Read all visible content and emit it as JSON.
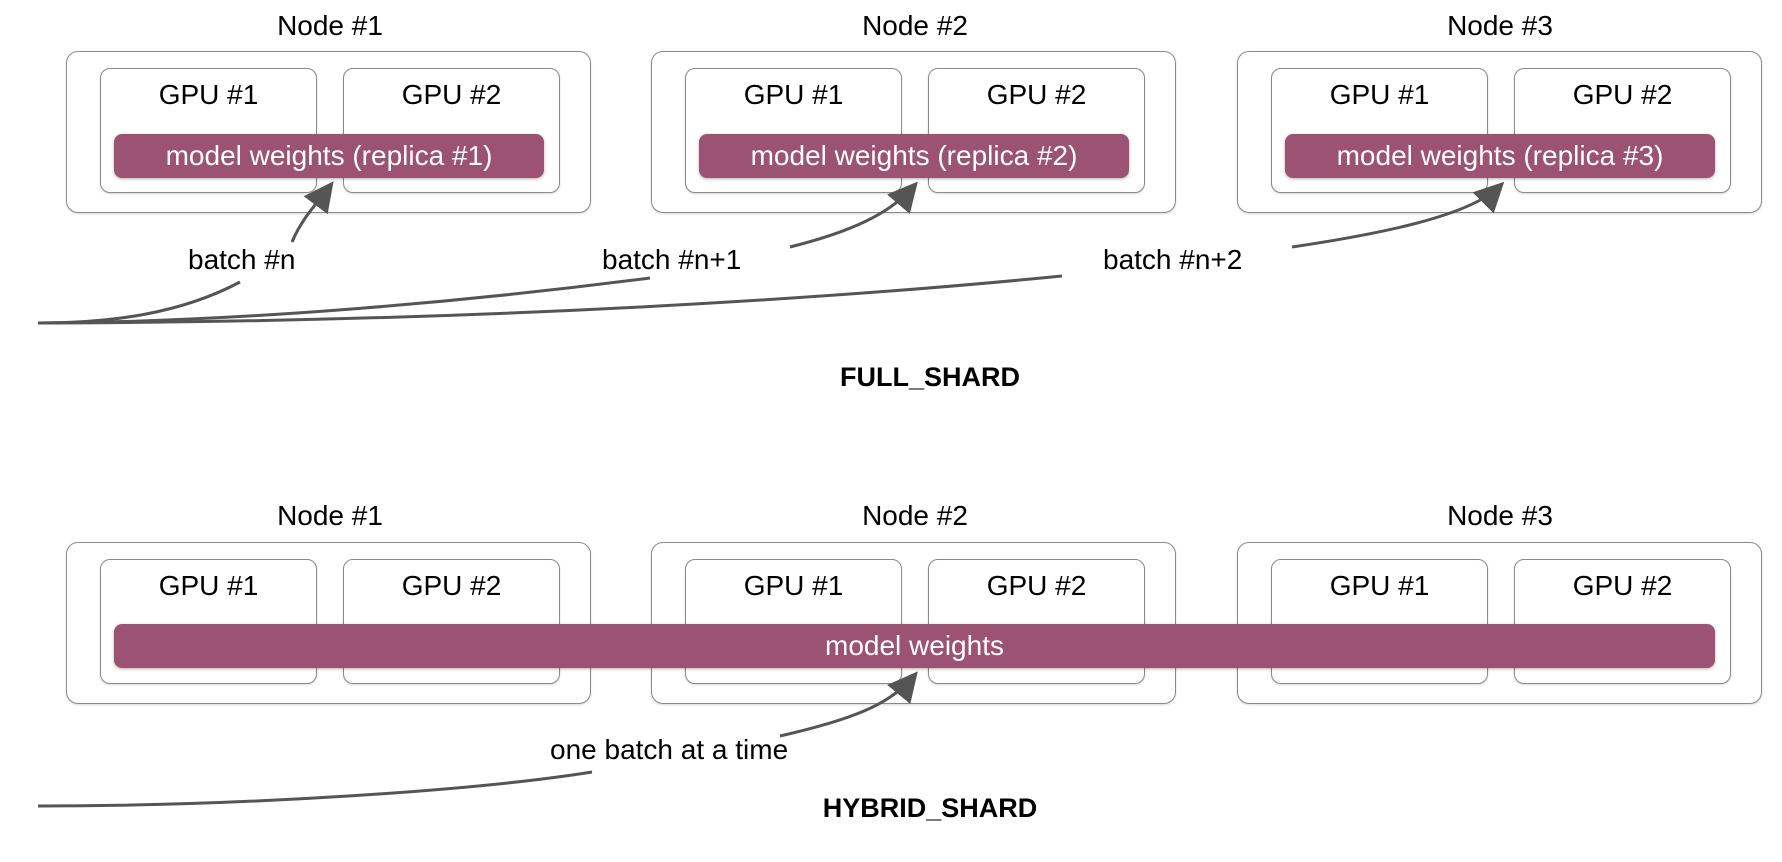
{
  "full_shard": {
    "mode_label": "FULL_SHARD",
    "nodes": [
      {
        "title": "Node #1",
        "gpus": [
          "GPU #1",
          "GPU #2"
        ],
        "weights": "model weights (replica #1)"
      },
      {
        "title": "Node #2",
        "gpus": [
          "GPU #1",
          "GPU #2"
        ],
        "weights": "model weights (replica #2)"
      },
      {
        "title": "Node #3",
        "gpus": [
          "GPU #1",
          "GPU #2"
        ],
        "weights": "model weights (replica #3)"
      }
    ],
    "batches": [
      "batch #n",
      "batch #n+1",
      "batch #n+2"
    ]
  },
  "hybrid_shard": {
    "mode_label": "HYBRID_SHARD",
    "nodes": [
      {
        "title": "Node #1",
        "gpus": [
          "GPU #1",
          "GPU #2"
        ]
      },
      {
        "title": "Node #2",
        "gpus": [
          "GPU #1",
          "GPU #2"
        ]
      },
      {
        "title": "Node #3",
        "gpus": [
          "GPU #1",
          "GPU #2"
        ]
      }
    ],
    "weights": "model weights",
    "batch": "one batch at a time"
  },
  "colors": {
    "weights_fill": "#9b5273",
    "arrow": "#555555",
    "box_border": "#8a8a8a"
  }
}
